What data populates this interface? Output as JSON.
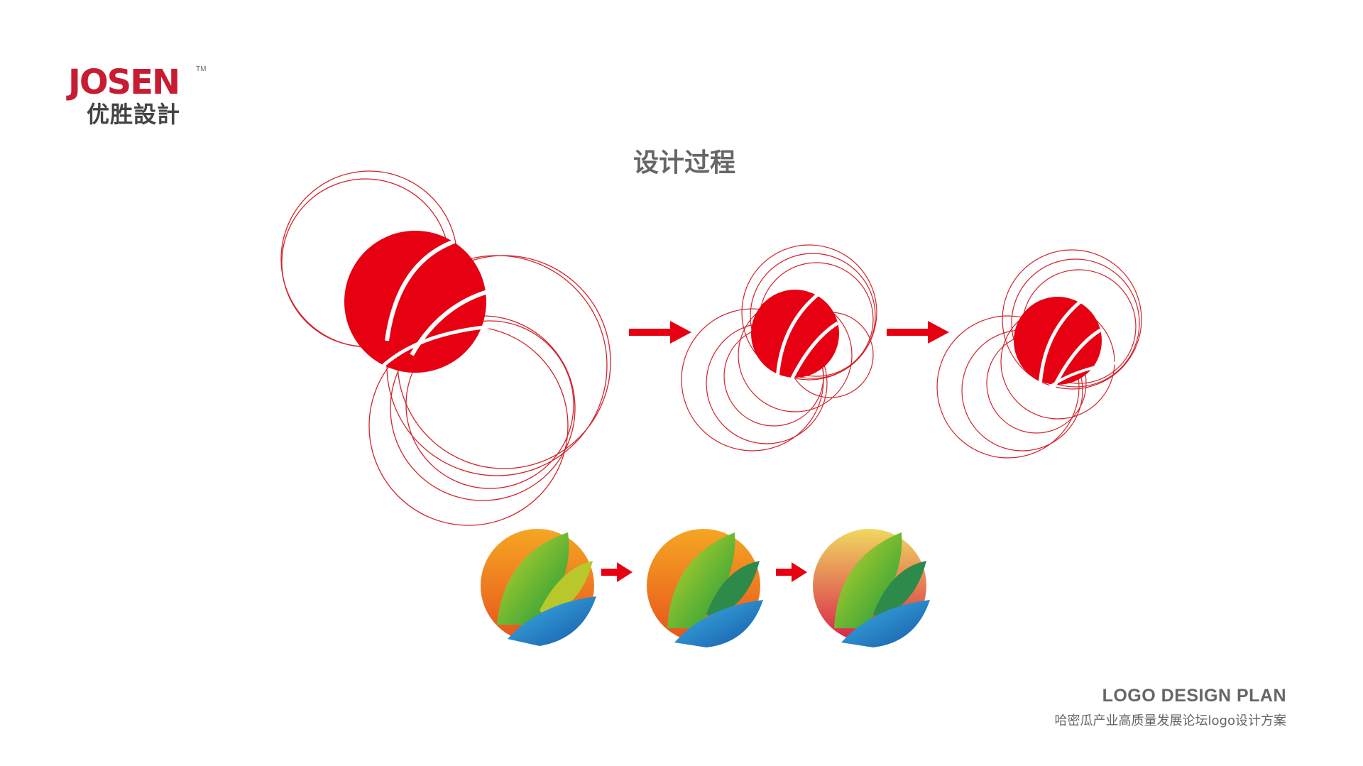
{
  "brand": {
    "logo_en": "JOSEN",
    "logo_tm": "TM",
    "logo_cn": "优胜設計"
  },
  "title": "设计过程",
  "footer": {
    "heading": "LOGO DESIGN PLAN",
    "subtitle": "哈密瓜产业高质量发展论坛logo设计方案"
  },
  "colors": {
    "red": "#e60012",
    "brand_red": "#c81c33",
    "text_gray": "#666666"
  }
}
